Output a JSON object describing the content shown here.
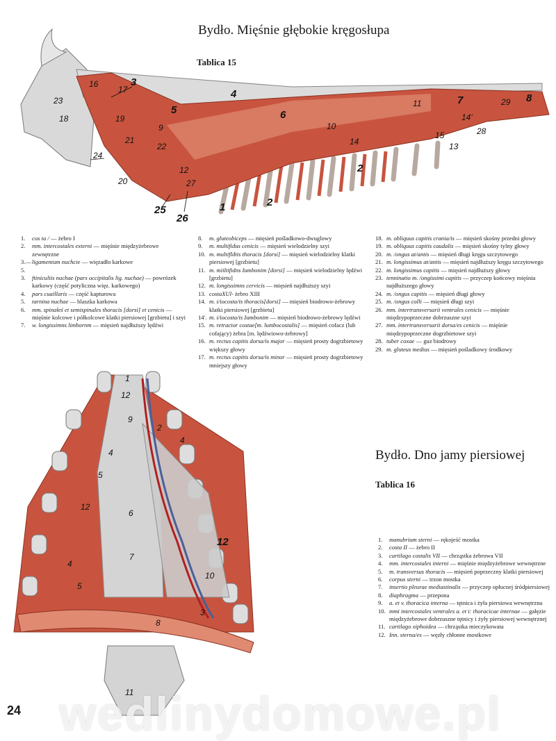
{
  "plate15": {
    "title": "Bydło. Mięśnie głębokie kręgosłupa",
    "tablica": "Tablica 15",
    "labels": [
      "1",
      "2",
      "2",
      "3",
      "4",
      "5",
      "6",
      "7",
      "8",
      "9",
      "10",
      "11",
      "12",
      "13",
      "14",
      "14'",
      "15",
      "16",
      "17",
      "18",
      "19",
      "20",
      "21",
      "22",
      "23",
      "24",
      "25",
      "26",
      "27",
      "28",
      "29"
    ],
    "legend_col1": [
      {
        "num": "1.",
        "latin": "cos ta /",
        "polish": "— żebro I"
      },
      {
        "num": "2.",
        "latin": "mm. intercostales externi",
        "polish": "— mięśnie międzyżebrowe zewnętrzne"
      },
      {
        "num": "3.— 5.",
        "latin": "ligamentum nuchcte",
        "polish": "— więzadło karkowe"
      },
      {
        "num": "3.",
        "latin": "ftiniculiis nuchae (pars occipitalis lig. nuchae)",
        "polish": "— powrózek karkowy (część potyliczna więz. karkowego)"
      },
      {
        "num": "4.",
        "latin": "pars cuaillaris",
        "polish": "— część kapturowa"
      },
      {
        "num": "5.",
        "latin": "tarnina nuchae",
        "polish": "— blaszka karkowa"
      },
      {
        "num": "6.",
        "latin": "mm. spinałeś et semispinales thoracis [dorsi] et cenicis",
        "polish": "— mięśnie kolcowe i półkolcowe klatki piersiowej [grzbietu] i szyi"
      },
      {
        "num": "7.",
        "latin": "w. longissimns limbornm",
        "polish": "— mięsień najdłuższy lędźwi"
      }
    ],
    "legend_col2": [
      {
        "num": "8.",
        "latin": "m. gluteobiceps",
        "polish": "— mięsień pośladkowo-dwuglowy"
      },
      {
        "num": "9.",
        "latin": "m. multifidus cenicis",
        "polish": "— mięsień wielodzielny szyi"
      },
      {
        "num": "10.",
        "latin": "m. multifldtis thoracis [dorsi]",
        "polish": "— mięsień wielodzielny klatki piersiowej [grzbietu]"
      },
      {
        "num": "11.",
        "latin": "m. miiltifidns Iumbonim [dorsi]",
        "polish": "— mięsień wielodzielny lędźwi [grzbietu]"
      },
      {
        "num": "12.",
        "latin": "m. longissimns cervicis",
        "polish": "— mięsień najdłuższy szyi"
      },
      {
        "num": "13.",
        "latin": "costaXUl-",
        "polish": "żebro XIII"
      },
      {
        "num": "14.",
        "latin": "m. i/iocosta/is thoracis[dorsi]",
        "polish": "— mięsień biodrowo-żebrowy klatki piersiowej [grzbietu]"
      },
      {
        "num": "14'.",
        "latin": "m. i/iocosta/is Iumbonim",
        "polish": "— mięsień biodrowo-żebrowy lędźwi"
      },
      {
        "num": "15.",
        "latin": "m. retractor costae[m. lumbocostalis]",
        "polish": "— mięsień cofacz (lub cofający) żebra [m. lędźwiowo-żebrowy]"
      },
      {
        "num": "16.",
        "latin": "m. rectus capitis dorsa/is major",
        "polish": "— mięsień prosty dogrzbietowy większy głowy"
      },
      {
        "num": "17.",
        "latin": "m. rectus capitis dorsa/is minor",
        "polish": "— mięsień prosty dogrzbietowy mniejszy głowy"
      }
    ],
    "legend_col3": [
      {
        "num": "18.",
        "latin": "m. obliquus capitis crania/is",
        "polish": "— mięsień skośny przedni głowy"
      },
      {
        "num": "19.",
        "latin": "m. obliquus capitis caudalis",
        "polish": "— mięsień skośny tylny głowy"
      },
      {
        "num": "20.",
        "latin": "m. /ongus at/antis",
        "polish": "— mięsień długi kręgu szczytowego"
      },
      {
        "num": "21.",
        "latin": "m. longissimus at/antis",
        "polish": "— mięsień najdłuższy kręgu szczytowego"
      },
      {
        "num": "22.",
        "latin": "m. longissimus capitis",
        "polish": "— mięsień najdłuższy głowy"
      },
      {
        "num": "23.",
        "latin": "tenninatio m. /ongissimi capitis",
        "polish": "— przyczep końcowy mięśnia najdłuższego głowy"
      },
      {
        "num": "24.",
        "latin": "m. /ongus capitis",
        "polish": "— mięsień długi głowy"
      },
      {
        "num": "25.",
        "latin": "m. /ongus colli",
        "polish": "— mięsień długi szyi"
      },
      {
        "num": "26.",
        "latin": "mm. intertransversarii ventrales cenicis",
        "polish": "— mięśnie międzypoprzeczne dobrzuszne szyi"
      },
      {
        "num": "27.",
        "latin": "mm. intertransversarii dorsa/es cenicis",
        "polish": "— mięśnie międzypoprzeczne dogrzbietowe szyi"
      },
      {
        "num": "28.",
        "latin": "tuber coxae",
        "polish": "— guz biodrowy"
      },
      {
        "num": "29.",
        "latin": "m. gluteus medius",
        "polish": "— mięsień pośladkowy środkowy"
      }
    ]
  },
  "plate16": {
    "title": "Bydło. Dno jamy piersiowej",
    "tablica": "Tablica 16",
    "labels": [
      "1",
      "12",
      "9",
      "2",
      "4",
      "4",
      "5",
      "12",
      "6",
      "7",
      "12",
      "10",
      "4",
      "5",
      "3",
      "8",
      "11"
    ],
    "legend": [
      {
        "num": "1.",
        "latin": "manubrium sterni",
        "polish": "— rękojeść mostka"
      },
      {
        "num": "2.",
        "latin": "costa II",
        "polish": "— żebro II"
      },
      {
        "num": "3.",
        "latin": "cartilago costalis VII",
        "polish": "— chrząstka żebrowa VII"
      },
      {
        "num": "4.",
        "latin": "mm. intercostales interni",
        "polish": "— mięśnie międzyżebrowe wewnętrzne"
      },
      {
        "num": "5.",
        "latin": "m. transversus thoracis",
        "polish": "— mięsień poprzeczny klatki piersiowej"
      },
      {
        "num": "6.",
        "latin": "corpus sterni",
        "polish": "— trzon mostka"
      },
      {
        "num": "7.",
        "latin": "insertio pleurae mediastinalis",
        "polish": "— przyczep opłucnej śródpiersiowej"
      },
      {
        "num": "8.",
        "latin": "diaphragma",
        "polish": "— przepona"
      },
      {
        "num": "9.",
        "latin": "a. et v. thoracica interna",
        "polish": "— tętnica i żyła piersiowa wewnętrzna"
      },
      {
        "num": "10.",
        "latin": "mmi intercostales ventrales a. et i: thoracicae internae",
        "polish": "— gałęzie międzyżebrowe dobrzuszne tętnicy i żyły piersiowej wewnętrznej"
      },
      {
        "num": "11.",
        "latin": "cartilago xiphoidea",
        "polish": "— chrząstka mieczykowata"
      },
      {
        "num": "12.",
        "latin": "Inn. sterna/es",
        "polish": "— węzły chłonne mostkowe"
      }
    ]
  },
  "page_number": "24",
  "watermark": "wedlinydomowe.pl",
  "colors": {
    "muscle": "#c8543f",
    "muscle_light": "#e08a72",
    "bone": "#d9d9d9",
    "vessel_red": "#b02020",
    "vessel_blue": "#4a5f9a"
  }
}
